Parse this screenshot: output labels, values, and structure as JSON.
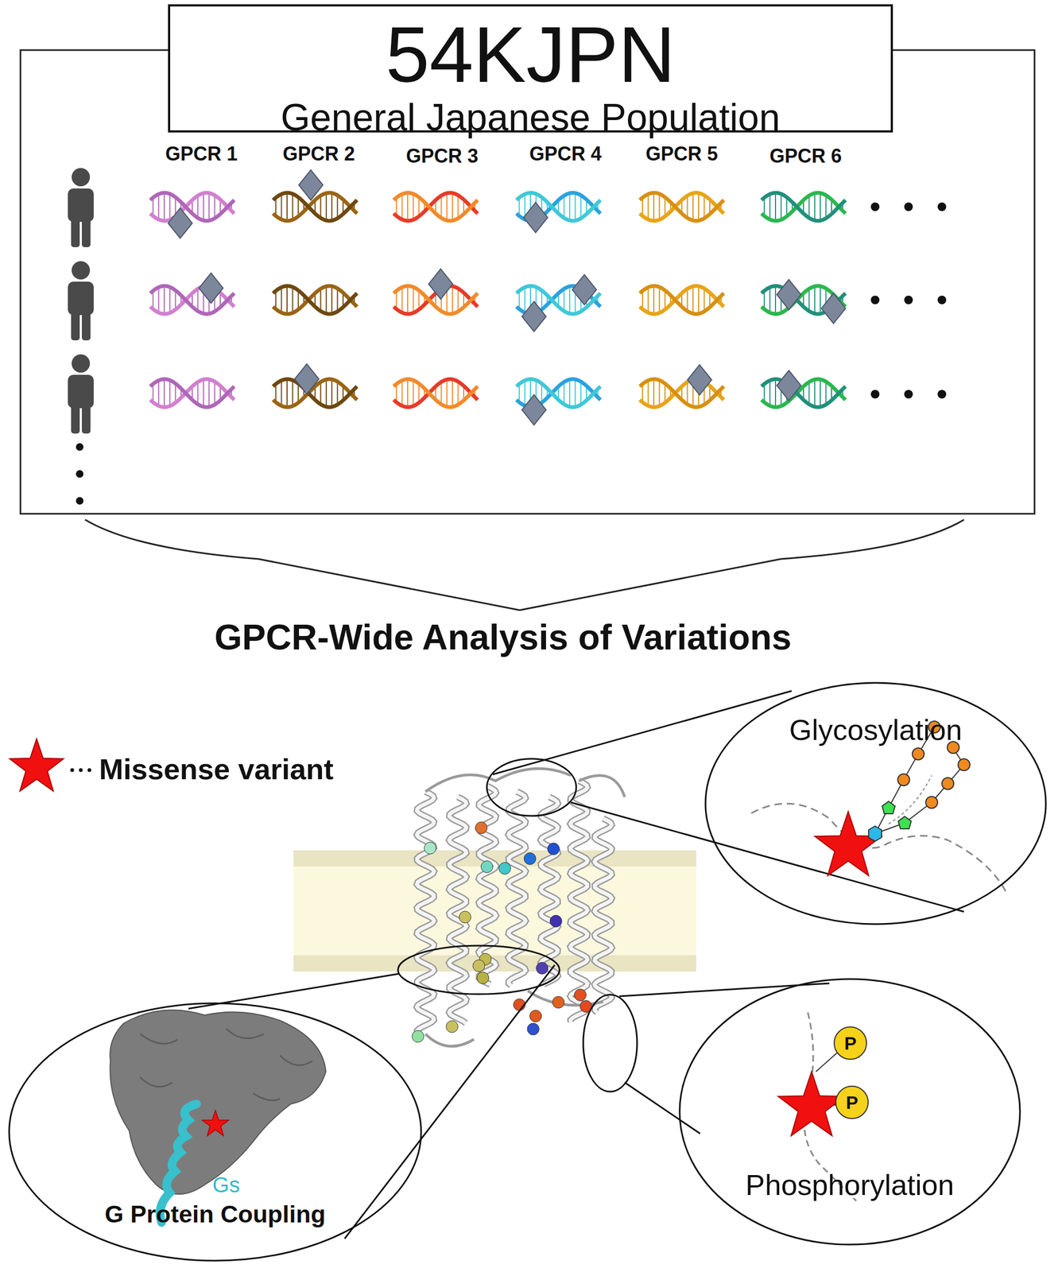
{
  "diagram": {
    "title": "GPCR-Wide Analysis of Variations",
    "nodes": [
      {
        "text": [
          "54KJPN",
          "General Japanese Population"
        ]
      },
      {
        "text": [
          "Glycosylation"
        ]
      },
      {
        "text": [
          "G Protein Coupling"
        ]
      },
      {
        "text": [
          "Phosphorylation"
        ]
      }
    ],
    "labels": [
      "GPCR 1",
      "GPCR 2",
      "GPCR 3",
      "GPCR 4",
      "GPCR 5",
      "GPCR 6",
      "Gs",
      "P",
      "P"
    ],
    "legend": [
      {
        "text": "Missense variant"
      }
    ]
  }
}
